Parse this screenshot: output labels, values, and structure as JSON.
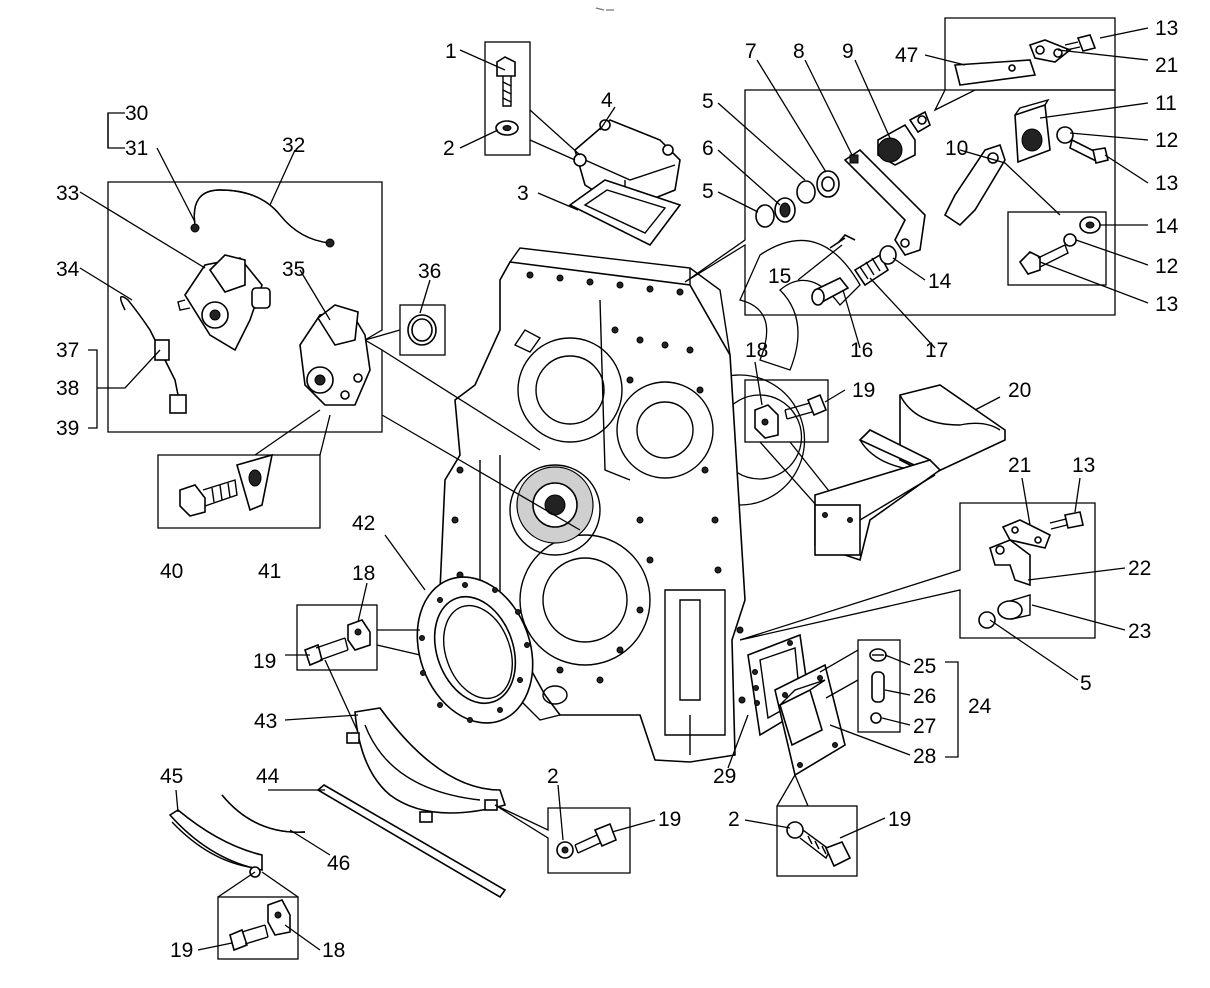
{
  "labels": [
    {
      "text": "1"
    },
    {
      "text": "2"
    },
    {
      "text": "3"
    },
    {
      "text": "4"
    },
    {
      "text": "5"
    },
    {
      "text": "6"
    },
    {
      "text": "5"
    },
    {
      "text": "7"
    },
    {
      "text": "8"
    },
    {
      "text": "9"
    },
    {
      "text": "47"
    },
    {
      "text": "13"
    },
    {
      "text": "21"
    },
    {
      "text": "11"
    },
    {
      "text": "12"
    },
    {
      "text": "13"
    },
    {
      "text": "10"
    },
    {
      "text": "14"
    },
    {
      "text": "12"
    },
    {
      "text": "13"
    },
    {
      "text": "14"
    },
    {
      "text": "15"
    },
    {
      "text": "16"
    },
    {
      "text": "17"
    },
    {
      "text": "30"
    },
    {
      "text": "31"
    },
    {
      "text": "32"
    },
    {
      "text": "33"
    },
    {
      "text": "34"
    },
    {
      "text": "35"
    },
    {
      "text": "36"
    },
    {
      "text": "37"
    },
    {
      "text": "38"
    },
    {
      "text": "39"
    },
    {
      "text": "40"
    },
    {
      "text": "41"
    },
    {
      "text": "18"
    },
    {
      "text": "19"
    },
    {
      "text": "20"
    },
    {
      "text": "21"
    },
    {
      "text": "13"
    },
    {
      "text": "22"
    },
    {
      "text": "23"
    },
    {
      "text": "5"
    },
    {
      "text": "42"
    },
    {
      "text": "18"
    },
    {
      "text": "19"
    },
    {
      "text": "43"
    },
    {
      "text": "25"
    },
    {
      "text": "26"
    },
    {
      "text": "24"
    },
    {
      "text": "27"
    },
    {
      "text": "28"
    },
    {
      "text": "29"
    },
    {
      "text": "45"
    },
    {
      "text": "44"
    },
    {
      "text": "46"
    },
    {
      "text": "2"
    },
    {
      "text": "19"
    },
    {
      "text": "2"
    },
    {
      "text": "19"
    },
    {
      "text": "19"
    },
    {
      "text": "18"
    }
  ]
}
